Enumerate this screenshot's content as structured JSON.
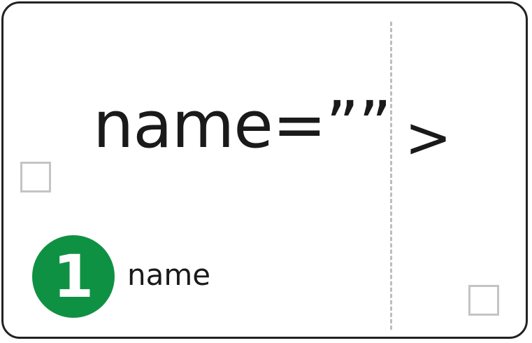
{
  "snippet": {
    "code": "name=””",
    "closing": ">"
  },
  "callout": {
    "number": "1",
    "label": "name",
    "color": "#0f9143"
  }
}
